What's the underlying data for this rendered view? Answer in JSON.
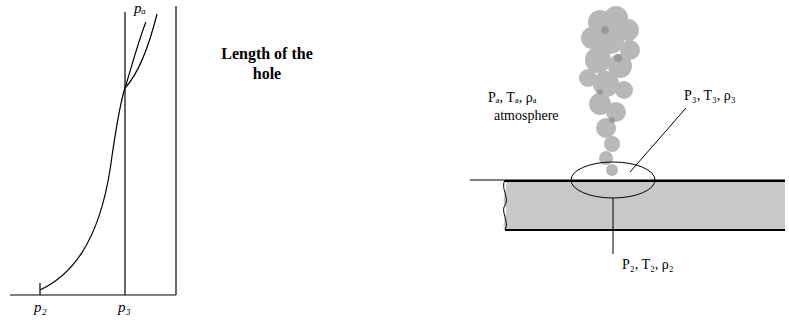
{
  "diagram": {
    "labels": [
      "pₐ",
      "Length of the hole",
      "Pₐ, Tₐ, ρₐ",
      "atmosphere",
      "P₃, T₃, ρ₃",
      "P₂, T₂, ρ₂",
      "p₂",
      "p₃"
    ]
  }
}
